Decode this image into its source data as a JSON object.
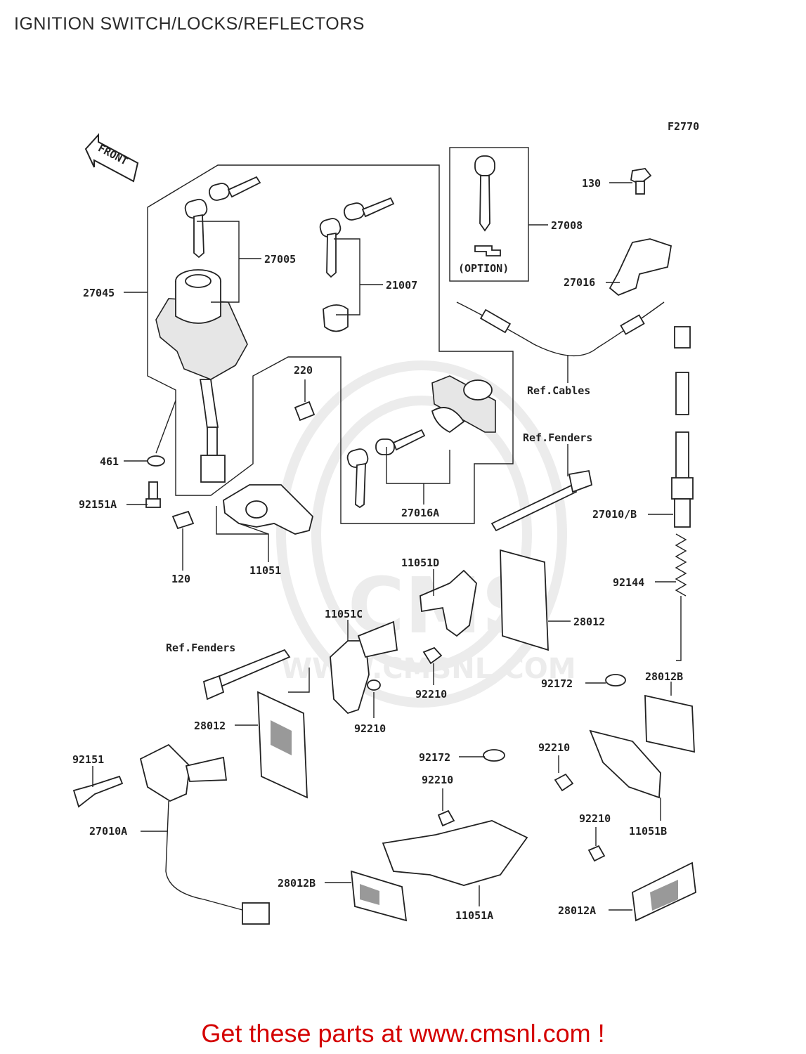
{
  "page_title": "IGNITION SWITCH/LOCKS/REFLECTORS",
  "figure_code": "F2770",
  "front_arrow_label": "FRONT",
  "option_label": "(OPTION)",
  "watermark": {
    "brand": "CMS",
    "url": "WWW.CMSNL.COM"
  },
  "callouts": [
    {
      "id": "130",
      "text": "130"
    },
    {
      "id": "27008",
      "text": "27008"
    },
    {
      "id": "27016",
      "text": "27016"
    },
    {
      "id": "27005",
      "text": "27005"
    },
    {
      "id": "21007",
      "text": "21007"
    },
    {
      "id": "27045",
      "text": "27045"
    },
    {
      "id": "ref-cables",
      "text": "Ref.Cables"
    },
    {
      "id": "220",
      "text": "220"
    },
    {
      "id": "ref-fenders-1",
      "text": "Ref.Fenders"
    },
    {
      "id": "461",
      "text": "461"
    },
    {
      "id": "92151A",
      "text": "92151A"
    },
    {
      "id": "27016A",
      "text": "27016A"
    },
    {
      "id": "27010B",
      "text": "27010/B"
    },
    {
      "id": "120",
      "text": "120"
    },
    {
      "id": "11051",
      "text": "11051"
    },
    {
      "id": "11051D",
      "text": "11051D"
    },
    {
      "id": "92144",
      "text": "92144"
    },
    {
      "id": "11051C",
      "text": "11051C"
    },
    {
      "id": "28012-1",
      "text": "28012"
    },
    {
      "id": "ref-fenders-2",
      "text": "Ref.Fenders"
    },
    {
      "id": "92210-1",
      "text": "92210"
    },
    {
      "id": "92172-1",
      "text": "92172"
    },
    {
      "id": "28012B-1",
      "text": "28012B"
    },
    {
      "id": "28012-2",
      "text": "28012"
    },
    {
      "id": "92210-2",
      "text": "92210"
    },
    {
      "id": "92210-3",
      "text": "92210"
    },
    {
      "id": "92151",
      "text": "92151"
    },
    {
      "id": "92172-2",
      "text": "92172"
    },
    {
      "id": "92210-4",
      "text": "92210"
    },
    {
      "id": "27010A",
      "text": "27010A"
    },
    {
      "id": "11051B",
      "text": "11051B"
    },
    {
      "id": "92210-5",
      "text": "92210"
    },
    {
      "id": "28012B-2",
      "text": "28012B"
    },
    {
      "id": "11051A",
      "text": "11051A"
    },
    {
      "id": "28012A",
      "text": "28012A"
    }
  ],
  "footer_text": "Get these parts at www.cmsnl.com !"
}
